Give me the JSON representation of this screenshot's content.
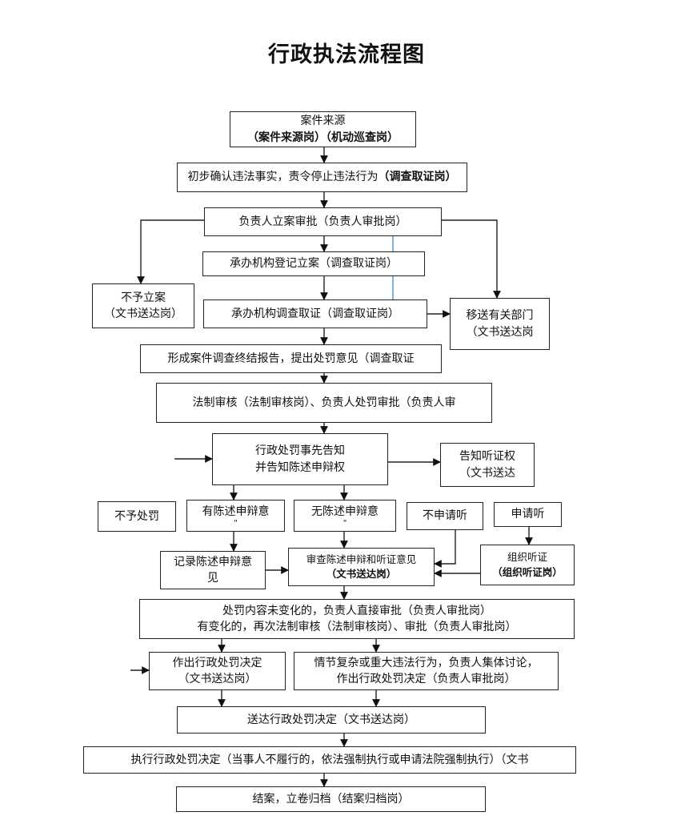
{
  "title": "行政执法流程图",
  "nodes": {
    "source": {
      "line1": "案件来源",
      "line2": "（案件来源岗）（机动巡查岗）"
    },
    "confirm": {
      "text": "初步确认违法事实，责令停止违法行为",
      "role": "（调查取证岗）"
    },
    "approve_case": {
      "text": "负责人立案审批（负责人审批岗）"
    },
    "register": {
      "text": "承办机构登记立案（调查取证岗）"
    },
    "investigate": {
      "text": "承办机构调查取证（调查取证岗）"
    },
    "not_filed": {
      "line1": "不予立案",
      "line2": "（文书送达岗）"
    },
    "transfer": {
      "line1": "移送有关部门",
      "line2": "（文书送达岗"
    },
    "report": {
      "text": "形成案件调查终结报告，提出处罚意见（调查取证"
    },
    "legal_review": {
      "text": "法制审核（法制审核岗）、负责人处罚审批（负责人审"
    },
    "notify": {
      "line1": "行政处罚事先告知",
      "line2": "并告知陈述申辩权"
    },
    "hearing_right": {
      "line1": "告知听证权",
      "line2": "（文书送达"
    },
    "no_penalty": {
      "text": "不予处罚"
    },
    "has_statement": {
      "line1": "有陈述申辩意",
      "line2": "\""
    },
    "no_statement": {
      "line1": "无陈述申辩意",
      "line2": "\""
    },
    "no_hearing": {
      "text": "不申请听"
    },
    "apply_hearing": {
      "text": "申请听"
    },
    "record_statement": {
      "line1": "记录陈述申辩意",
      "line2": "见"
    },
    "review_statement": {
      "line1": "审查陈述申辩和听证意见",
      "line2": "（文书送达岗）"
    },
    "organize_hearing": {
      "line1": "组织听证",
      "line2": "（组织听证岗）"
    },
    "penalty_approve": {
      "line1": "处罚内容未变化的，负责人直接审批（负责人审批岗）",
      "line2": "有变化的，再次法制审核（法制审核岗）、审批（负责人审批岗）"
    },
    "decision": {
      "line1": "作出行政处罚决定",
      "line2": "（文书送达岗）"
    },
    "collective": {
      "line1": "情节复杂或重大违法行为，负责人集体讨论，",
      "line2": "作出行政处罚决定（负责人审批岗）"
    },
    "deliver": {
      "text": "送达行政处罚决定（文书送达岗）"
    },
    "execute": {
      "text": "执行行政处罚决定（当事人不履行的，依法强制执行或申请法院强制执行）（文书"
    },
    "close": {
      "text": "结案，立卷归档（结案归档岗）"
    }
  }
}
